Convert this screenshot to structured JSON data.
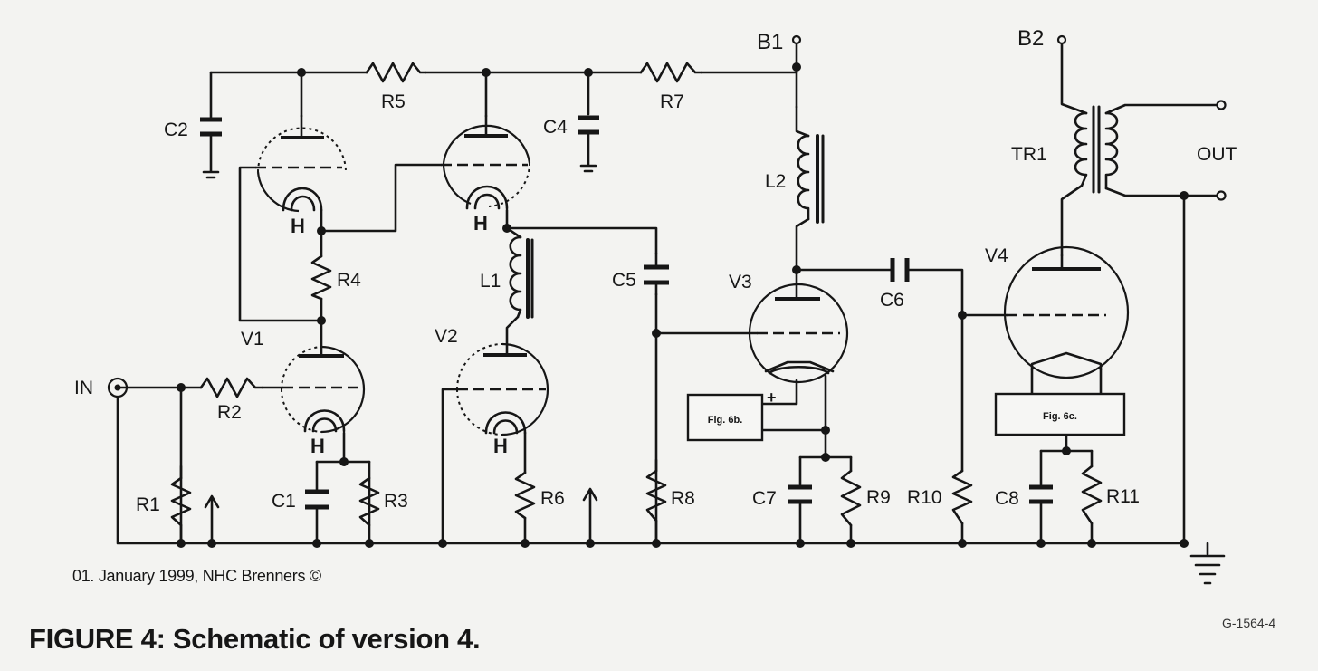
{
  "caption": "FIGURE 4: Schematic of version 4.",
  "copyright": "01. January 1999, NHC Brenners ©",
  "figure_id": "G-1564-4",
  "labels": {
    "in": "IN",
    "out": "OUT",
    "b1": "B1",
    "b2": "B2",
    "h": "H",
    "fig6b": "Fig. 6b.",
    "fig6c": "Fig. 6c.",
    "plus": "+"
  },
  "components": {
    "tubes": [
      "V1",
      "V2",
      "V3",
      "V4"
    ],
    "resistors": [
      "R1",
      "R2",
      "R3",
      "R4",
      "R5",
      "R6",
      "R7",
      "R8",
      "R9",
      "R10",
      "R11"
    ],
    "capacitors": [
      "C1",
      "C2",
      "C4",
      "C5",
      "C6",
      "C7",
      "C8"
    ],
    "inductors": [
      "L1",
      "L2"
    ],
    "transformers": [
      "TR1"
    ]
  }
}
